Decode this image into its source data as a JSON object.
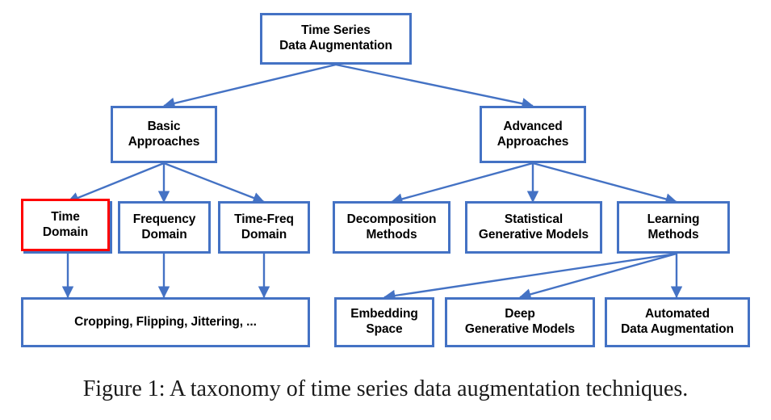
{
  "figure": {
    "caption": "Figure 1: A taxonomy of time series data augmentation techniques.",
    "colors": {
      "box_border": "#4472C4",
      "box_fill": "#FFFFFF",
      "arrow": "#4472C4",
      "highlight_border": "#FF0000",
      "text": "#000000"
    }
  },
  "nodes": {
    "root": {
      "label": "Time Series\nData Augmentation"
    },
    "basic": {
      "label": "Basic\nApproaches"
    },
    "advanced": {
      "label": "Advanced\nApproaches"
    },
    "time_domain": {
      "label": "Time\nDomain",
      "highlighted": "true"
    },
    "frequency_domain": {
      "label": "Frequency\nDomain"
    },
    "time_freq_domain": {
      "label": "Time-Freq\nDomain"
    },
    "decomposition": {
      "label": "Decomposition\nMethods"
    },
    "statistical": {
      "label": "Statistical\nGenerative Models"
    },
    "learning": {
      "label": "Learning\nMethods"
    },
    "basic_leaf": {
      "label": "Cropping, Flipping, Jittering, ..."
    },
    "embedding": {
      "label": "Embedding\nSpace"
    },
    "deep_generative": {
      "label": "Deep\nGenerative Models"
    },
    "automated": {
      "label": "Automated\nData Augmentation"
    }
  },
  "edges": [
    {
      "from": "root",
      "to": "basic"
    },
    {
      "from": "root",
      "to": "advanced"
    },
    {
      "from": "basic",
      "to": "time_domain"
    },
    {
      "from": "basic",
      "to": "frequency_domain"
    },
    {
      "from": "basic",
      "to": "time_freq_domain"
    },
    {
      "from": "advanced",
      "to": "decomposition"
    },
    {
      "from": "advanced",
      "to": "statistical"
    },
    {
      "from": "advanced",
      "to": "learning"
    },
    {
      "from": "time_domain",
      "to": "basic_leaf"
    },
    {
      "from": "frequency_domain",
      "to": "basic_leaf"
    },
    {
      "from": "time_freq_domain",
      "to": "basic_leaf"
    },
    {
      "from": "learning",
      "to": "embedding"
    },
    {
      "from": "learning",
      "to": "deep_generative"
    },
    {
      "from": "learning",
      "to": "automated"
    }
  ]
}
